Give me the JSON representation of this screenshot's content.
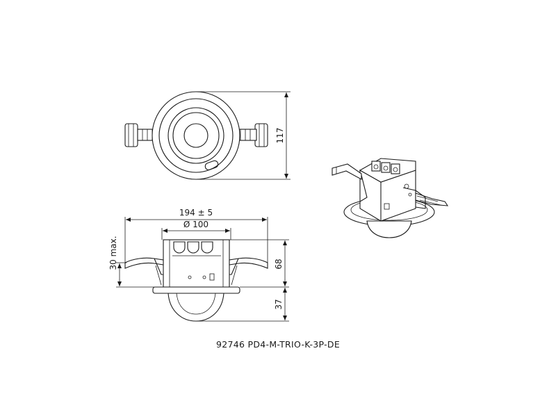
{
  "dimensions": {
    "height_top_view": "117",
    "overall_width": "194 ± 5",
    "diameter": "Ø 100",
    "max_depth": "30 max.",
    "housing_height": "68",
    "dome_height": "37"
  },
  "caption": "92746 PD4-M-TRIO-K-3P-DE"
}
